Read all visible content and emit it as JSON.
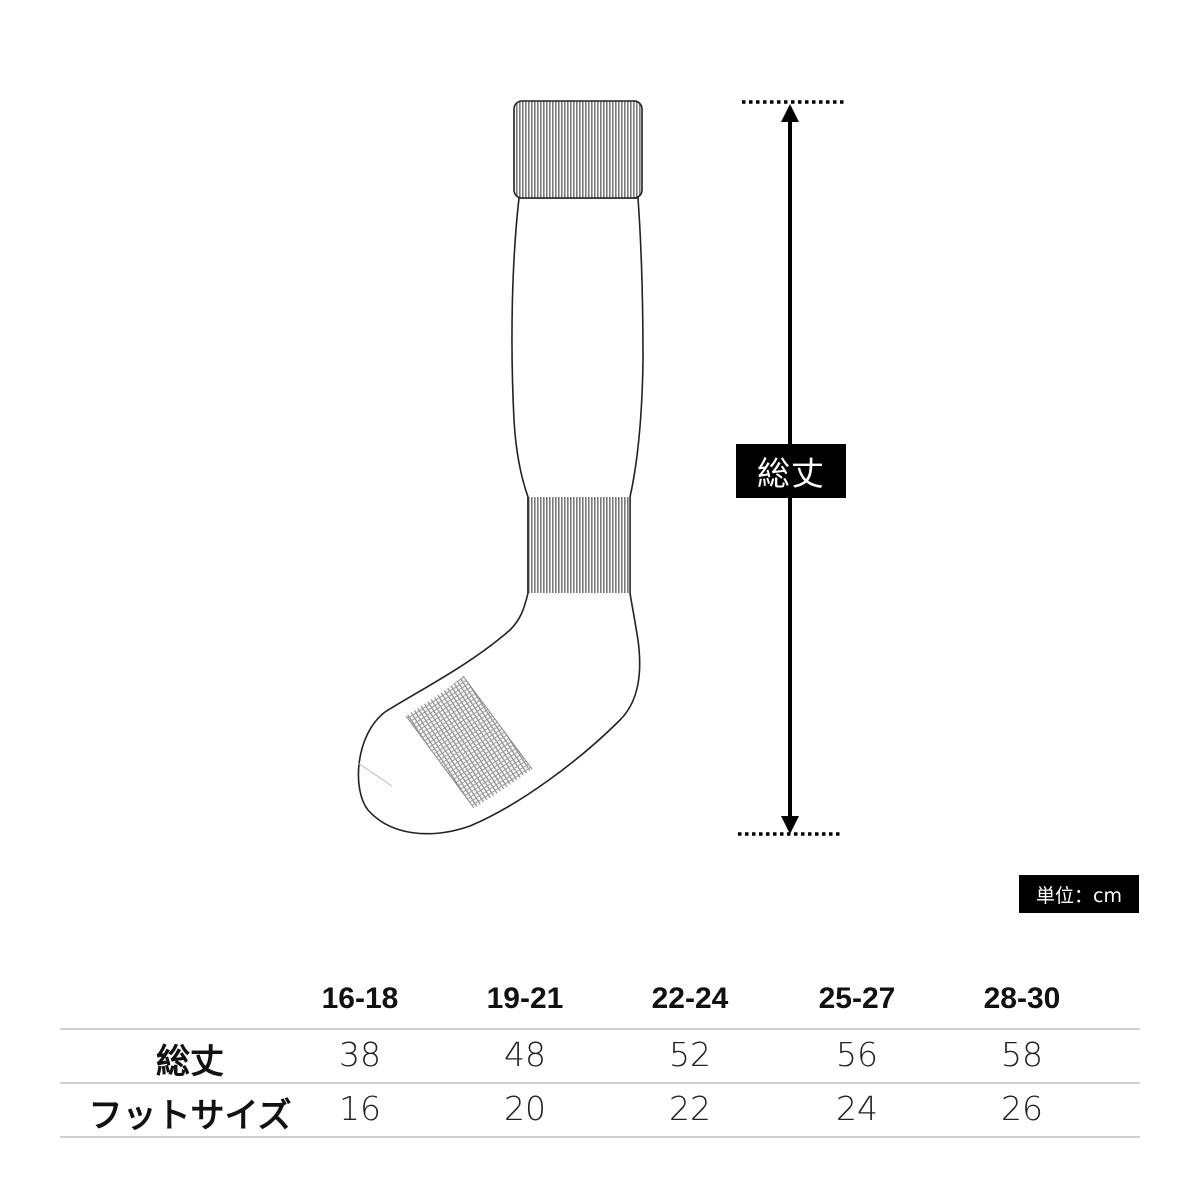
{
  "diagram": {
    "type": "size-chart",
    "subject": "long sock",
    "measure_label": "総丈",
    "unit_label": "単位：cm",
    "colors": {
      "outline": "#222222",
      "ribbing": "#7a7a7a",
      "label_bg": "#000000",
      "label_text": "#ffffff",
      "table_rule": "#cfcfcf"
    }
  },
  "table": {
    "columns": [
      "16-18",
      "19-21",
      "22-24",
      "25-27",
      "28-30"
    ],
    "rows": [
      {
        "label": "総丈",
        "values": [
          "38",
          "48",
          "52",
          "56",
          "58"
        ]
      },
      {
        "label": "フットサイズ",
        "values": [
          "16",
          "20",
          "22",
          "24",
          "26"
        ]
      }
    ]
  }
}
